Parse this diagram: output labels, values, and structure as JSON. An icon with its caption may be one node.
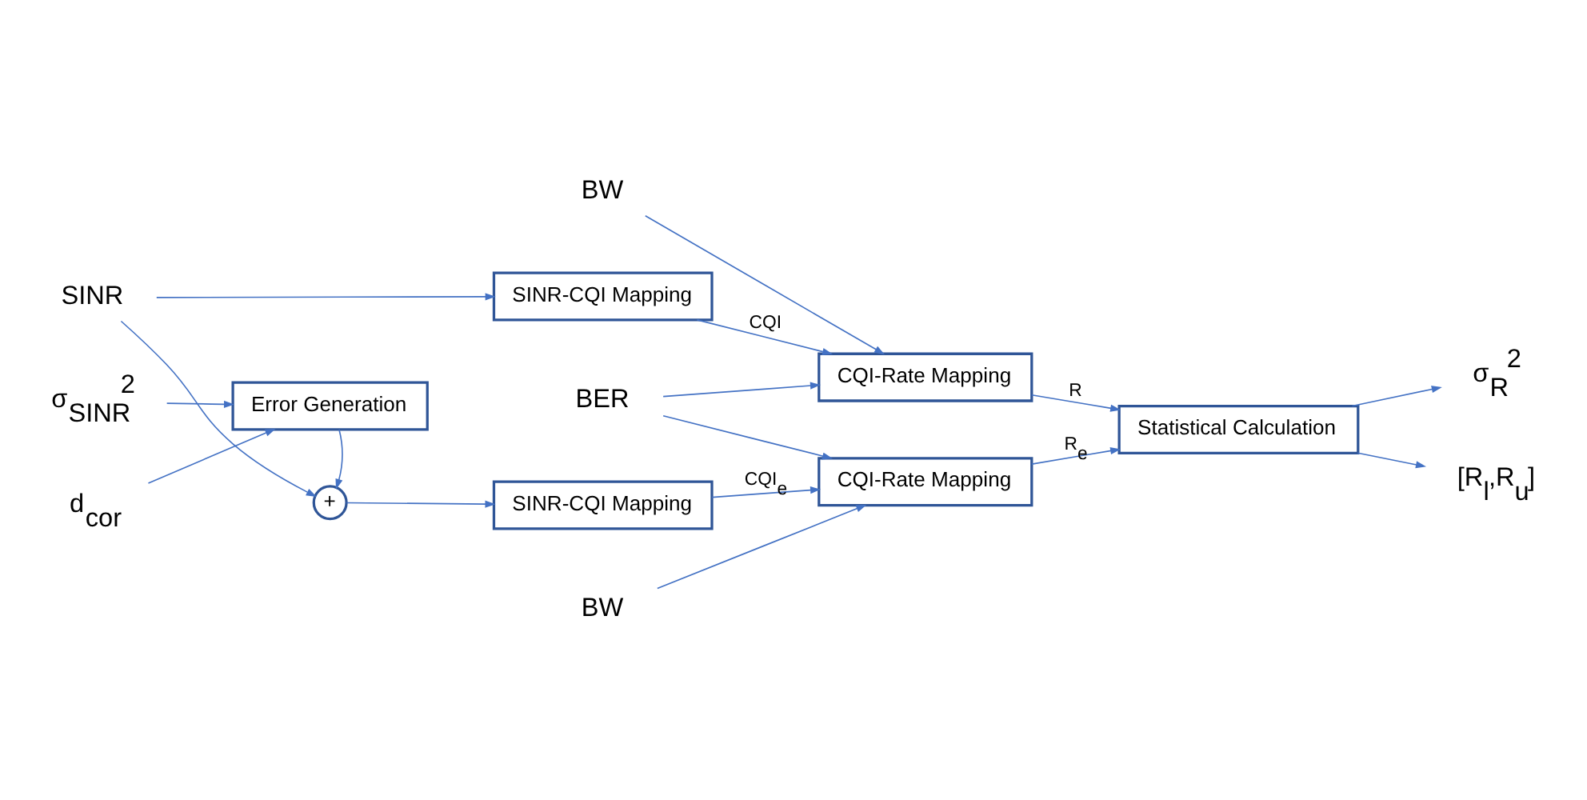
{
  "diagram": {
    "nodes": [
      {
        "text": [
          "SINR"
        ]
      },
      {
        "text": [
          "SINR-CQI Mapping"
        ]
      },
      {
        "text": [
          "CQI-Rate Mapping"
        ]
      },
      {
        "text": [
          "Statistical Calculation"
        ]
      },
      {
        "text": [
          "BW"
        ]
      },
      {
        "text": [
          "BER"
        ]
      },
      {
        "text": [
          "σ$_{R}$$^{2}$"
        ]
      },
      {
        "text": [
          "[R$_{l}$,R$_{u}$]"
        ]
      },
      {
        "text": [
          "+"
        ]
      },
      {
        "text": [
          "SINR-CQI Mapping"
        ]
      },
      {
        "text": [
          "CQI-Rate Mapping"
        ]
      },
      {
        "text": [
          "BW"
        ]
      },
      {
        "text": [
          "σ$_{SINR}$$^{2}$"
        ]
      },
      {
        "text": [
          "d$_{cor}$"
        ]
      },
      {
        "text": [
          "Error Generation"
        ]
      }
    ],
    "edges": [
      {
        "from": 0,
        "to": 1,
        "arrow": "to"
      },
      {
        "from": 0,
        "to": 8,
        "arrow": "to"
      },
      {
        "from": 1,
        "to": 2,
        "label": "CQI",
        "arrow": "to"
      },
      {
        "from": 4,
        "to": 2,
        "arrow": "to"
      },
      {
        "from": 2,
        "to": 3,
        "label": "R",
        "arrow": "to"
      },
      {
        "from": 3,
        "to": 6,
        "arrow": "to"
      },
      {
        "from": 3,
        "to": 7,
        "arrow": "to"
      },
      {
        "from": 5,
        "to": 2,
        "arrow": "to"
      },
      {
        "from": 5,
        "to": 10,
        "arrow": "to"
      },
      {
        "from": 8,
        "to": 9,
        "arrow": "to"
      },
      {
        "from": 9,
        "to": 10,
        "label": "CQI$_{e}$",
        "arrow": "to"
      },
      {
        "from": 11,
        "to": 10,
        "arrow": "to"
      },
      {
        "from": 10,
        "to": 3,
        "label": "R$_{e}$",
        "arrow": "to"
      },
      {
        "from": 14,
        "to": 8,
        "arrow": "to"
      },
      {
        "from": 12,
        "to": 14,
        "arrow": "to"
      },
      {
        "from": 13,
        "to": 14,
        "arrow": "to"
      }
    ]
  }
}
